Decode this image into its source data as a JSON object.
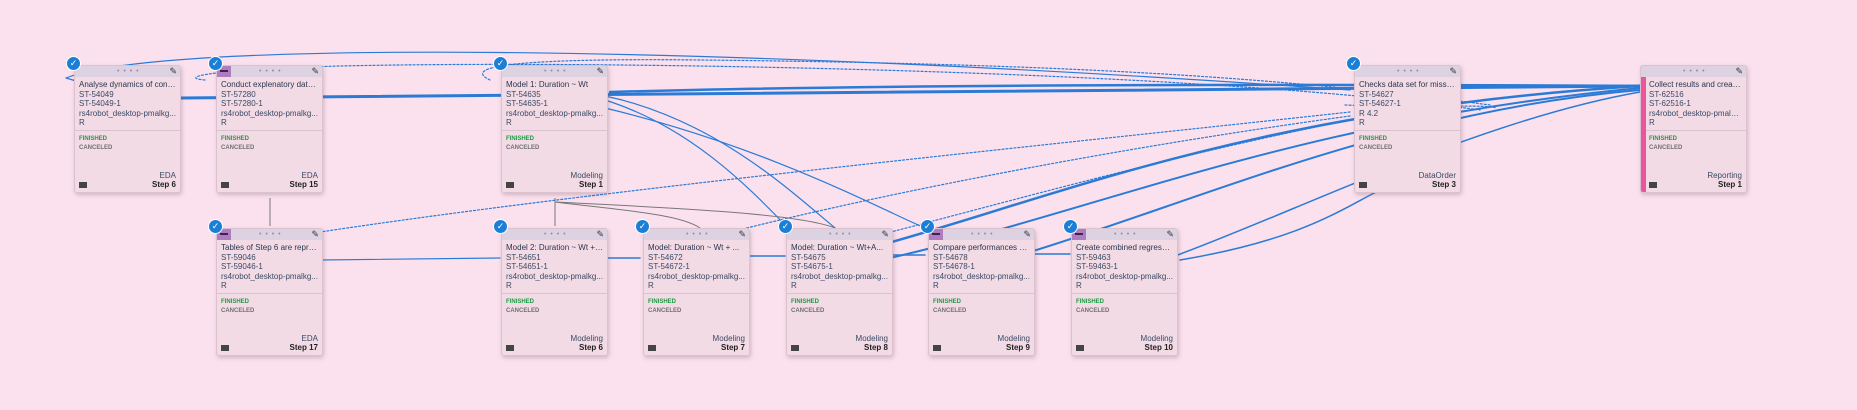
{
  "colors": {
    "background": "#fbe1ee",
    "wire": "#2b7bd6",
    "finished": "#1e9b45",
    "canceled": "#707070",
    "check": "#1c7fd6",
    "reporting_stripe": "#e9569b"
  },
  "icons": {
    "check": "check-icon",
    "edit": "pencil-icon",
    "menu": "menu-icon",
    "collapse": "minus-icon"
  },
  "nodes": [
    {
      "id": "n1",
      "title": "Analyse dynamics of conc...",
      "lines": [
        "ST-54049",
        "ST-54049-1",
        "rs4robot_desktop-pmalkg...",
        "R"
      ],
      "status": [
        "FINISHED",
        "CANCELED"
      ],
      "category": "EDA",
      "step": "Step 6",
      "checked": true,
      "accent": false
    },
    {
      "id": "n2",
      "title": "Conduct explenatory data...",
      "lines": [
        "ST-57280",
        "ST-57280-1",
        "rs4robot_desktop-pmalkg...",
        "R"
      ],
      "status": [
        "FINISHED",
        "CANCELED"
      ],
      "category": "EDA",
      "step": "Step 15",
      "checked": true,
      "accent": true
    },
    {
      "id": "n3",
      "title": "Model 1: Duration ~ Wt",
      "lines": [
        "ST-54635",
        "ST-54635-1",
        "rs4robot_desktop-pmalkg...",
        "R"
      ],
      "status": [
        "FINISHED",
        "CANCELED"
      ],
      "category": "Modeling",
      "step": "Step 1",
      "checked": true,
      "accent": false
    },
    {
      "id": "n4",
      "title": "Checks data set for missin...",
      "lines": [
        "ST-54627",
        "ST-54627-1",
        "R 4.2",
        "R"
      ],
      "status": [
        "FINISHED",
        "CANCELED"
      ],
      "category": "DataOrder",
      "step": "Step 3",
      "checked": true,
      "accent": false
    },
    {
      "id": "n5",
      "title": "Collect results and create ...",
      "lines": [
        "ST-62516",
        "ST-62516-1",
        "rs4robot_desktop-pmalkg...",
        "R"
      ],
      "status": [
        "FINISHED",
        "CANCELED"
      ],
      "category": "Reporting",
      "step": "Step 1",
      "checked": false,
      "accent": false
    },
    {
      "id": "n6",
      "title": "Tables of Step 6 are repro...",
      "lines": [
        "ST-59046",
        "ST-59046-1",
        "rs4robot_desktop-pmalkg...",
        "R"
      ],
      "status": [
        "FINISHED",
        "CANCELED"
      ],
      "category": "EDA",
      "step": "Step 17",
      "checked": true,
      "accent": true
    },
    {
      "id": "n7",
      "title": "Model 2: Duration ~ Wt + ...",
      "lines": [
        "ST-54651",
        "ST-54651-1",
        "rs4robot_desktop-pmalkg...",
        "R"
      ],
      "status": [
        "FINISHED",
        "CANCELED"
      ],
      "category": "Modeling",
      "step": "Step 6",
      "checked": true,
      "accent": false
    },
    {
      "id": "n8",
      "title": "Model: Duration ~ Wt + ...",
      "lines": [
        "ST-54672",
        "ST-54672-1",
        "rs4robot_desktop-pmalkg...",
        "R"
      ],
      "status": [
        "FINISHED",
        "CANCELED"
      ],
      "category": "Modeling",
      "step": "Step 7",
      "checked": true,
      "accent": false
    },
    {
      "id": "n9",
      "title": "Model: Duration ~ Wt+A...",
      "lines": [
        "ST-54675",
        "ST-54675-1",
        "rs4robot_desktop-pmalkg...",
        "R"
      ],
      "status": [
        "FINISHED",
        "CANCELED"
      ],
      "category": "Modeling",
      "step": "Step 8",
      "checked": true,
      "accent": false
    },
    {
      "id": "n10",
      "title": "Compare performances o...",
      "lines": [
        "ST-54678",
        "ST-54678-1",
        "rs4robot_desktop-pmalkg...",
        "R"
      ],
      "status": [
        "FINISHED",
        "CANCELED"
      ],
      "category": "Modeling",
      "step": "Step 9",
      "checked": true,
      "accent": true
    },
    {
      "id": "n11",
      "title": "Create combined regressi...",
      "lines": [
        "ST-59463",
        "ST-59463-1",
        "rs4robot_desktop-pmalkg...",
        "R"
      ],
      "status": [
        "FINISHED",
        "CANCELED"
      ],
      "category": "Modeling",
      "step": "Step 10",
      "checked": true,
      "accent": true
    }
  ]
}
